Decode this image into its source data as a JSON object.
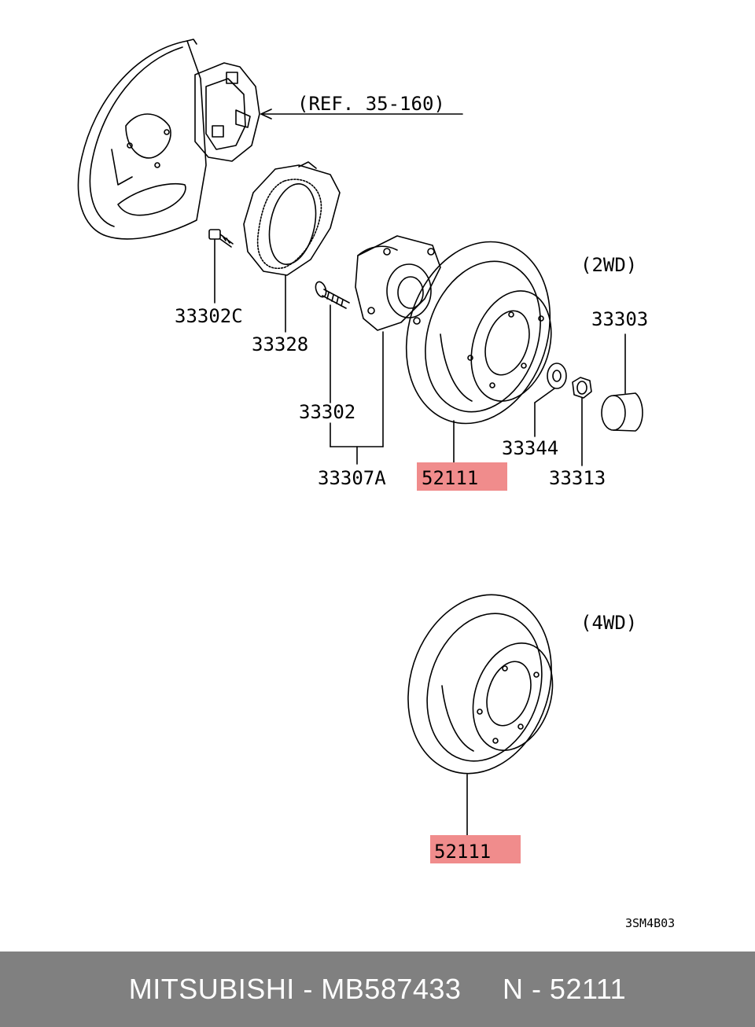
{
  "diagram": {
    "ref_label": "(REF. 35-160)",
    "variant_2wd": "(2WD)",
    "variant_4wd": "(4WD)",
    "drawing_code": "3SM4B03",
    "parts": {
      "p33302C": "33302C",
      "p33328": "33328",
      "p33302": "33302",
      "p33307A": "33307A",
      "p52111_2wd": "52111",
      "p33344": "33344",
      "p33313": "33313",
      "p33303": "33303",
      "p52111_4wd": "52111"
    },
    "highlight_color": "#f08c8c"
  },
  "footer": {
    "text": "MITSUBISHI - MB587433     N - 52111",
    "background": "#808080"
  }
}
